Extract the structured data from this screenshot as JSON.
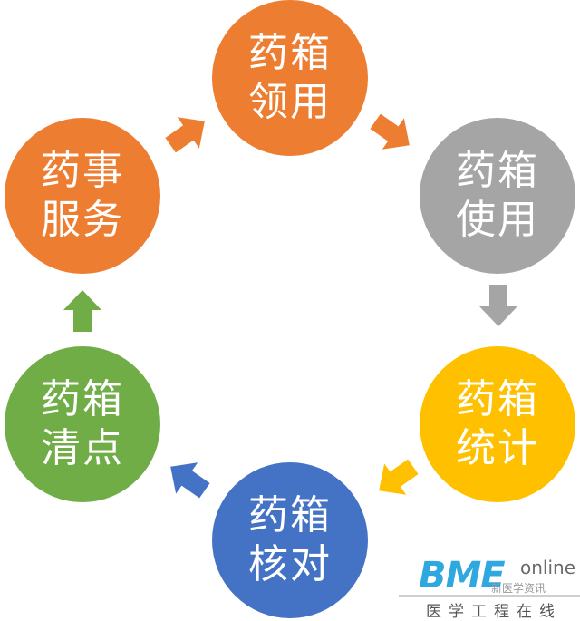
{
  "nodes": [
    {
      "id": "receive",
      "lines": [
        "药箱",
        "领用"
      ],
      "color": "#ed7d31"
    },
    {
      "id": "use",
      "lines": [
        "药箱",
        "使用"
      ],
      "color": "#a5a5a5"
    },
    {
      "id": "statistics",
      "lines": [
        "药箱",
        "统计"
      ],
      "color": "#ffc000"
    },
    {
      "id": "verify",
      "lines": [
        "药箱",
        "核对"
      ],
      "color": "#4472c4"
    },
    {
      "id": "inventory",
      "lines": [
        "药箱",
        "清点"
      ],
      "color": "#70ad47"
    },
    {
      "id": "pharmacy-service",
      "lines": [
        "药事",
        "服务"
      ],
      "color": "#ed7d31"
    }
  ],
  "watermark": {
    "logo": "BME",
    "logo_suffix": "online",
    "overlay": "新医学资讯",
    "tagline": "医学工程在线"
  }
}
